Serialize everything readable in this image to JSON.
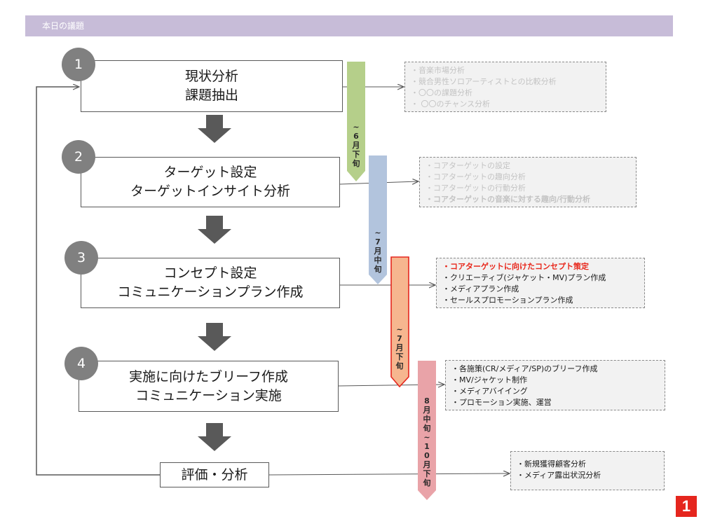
{
  "header": {
    "title": "本日の議題"
  },
  "steps": [
    {
      "number": "1",
      "lines": [
        "現状分析",
        "課題抽出"
      ]
    },
    {
      "number": "2",
      "lines": [
        "ターゲット設定",
        "ターゲットインサイト分析"
      ]
    },
    {
      "number": "3",
      "lines": [
        "コンセプト設定",
        "コミュニケーションプラン作成"
      ]
    },
    {
      "number": "4",
      "lines": [
        "実施に向けたブリーフ作成",
        "コミュニケーション実施"
      ]
    }
  ],
  "evaluation": {
    "label": "評価・分析"
  },
  "phases": [
    {
      "chars": [
        "~",
        "6",
        "月",
        "下",
        "旬"
      ],
      "color": "#b5cf8a"
    },
    {
      "chars": [
        "~",
        "7",
        "月",
        "中",
        "旬"
      ],
      "color": "#b2c4dd"
    },
    {
      "chars": [
        "~",
        "7",
        "月",
        "下",
        "旬"
      ],
      "color": "#f6b68f",
      "outline": "#e5261e"
    },
    {
      "chars": [
        "8",
        "月",
        "中",
        "旬",
        "~",
        "1",
        "0",
        "月",
        "下",
        "旬"
      ],
      "color": "#e9a3a8"
    }
  ],
  "notes": [
    {
      "items": [
        "・音楽市場分析",
        "・競合男性ソロアーティストとの比較分析",
        "・〇〇の課題分析",
        "・ 〇〇のチャンス分析"
      ]
    },
    {
      "items": [
        "・コアターゲットの設定",
        "・コアターゲットの趣向分析",
        "・コアターゲットの行動分析",
        "・コアターゲットの音楽に対する趣向/行動分析"
      ]
    },
    {
      "items": [
        "・コアターゲットに向けたコンセプト策定",
        "・クリエーティブ(ジャケット・MV)プラン作成",
        "・メディアプラン作成",
        "・セールスプロモーションプラン作成"
      ]
    },
    {
      "items": [
        "・各施策(CR/メディア/SP)のブリーフ作成",
        "・MV/ジャケット制作",
        "・メディアバイイング",
        "・プロモーション実施、運営"
      ]
    },
    {
      "items": [
        "・新規獲得顧客分析",
        "・メディア露出状況分析"
      ]
    }
  ],
  "page_number": "1",
  "colors": {
    "header": "#c7bcd8",
    "circle": "#808080",
    "arrow": "#595959",
    "highlight": "#e8261a",
    "badge": "#e5261e"
  }
}
